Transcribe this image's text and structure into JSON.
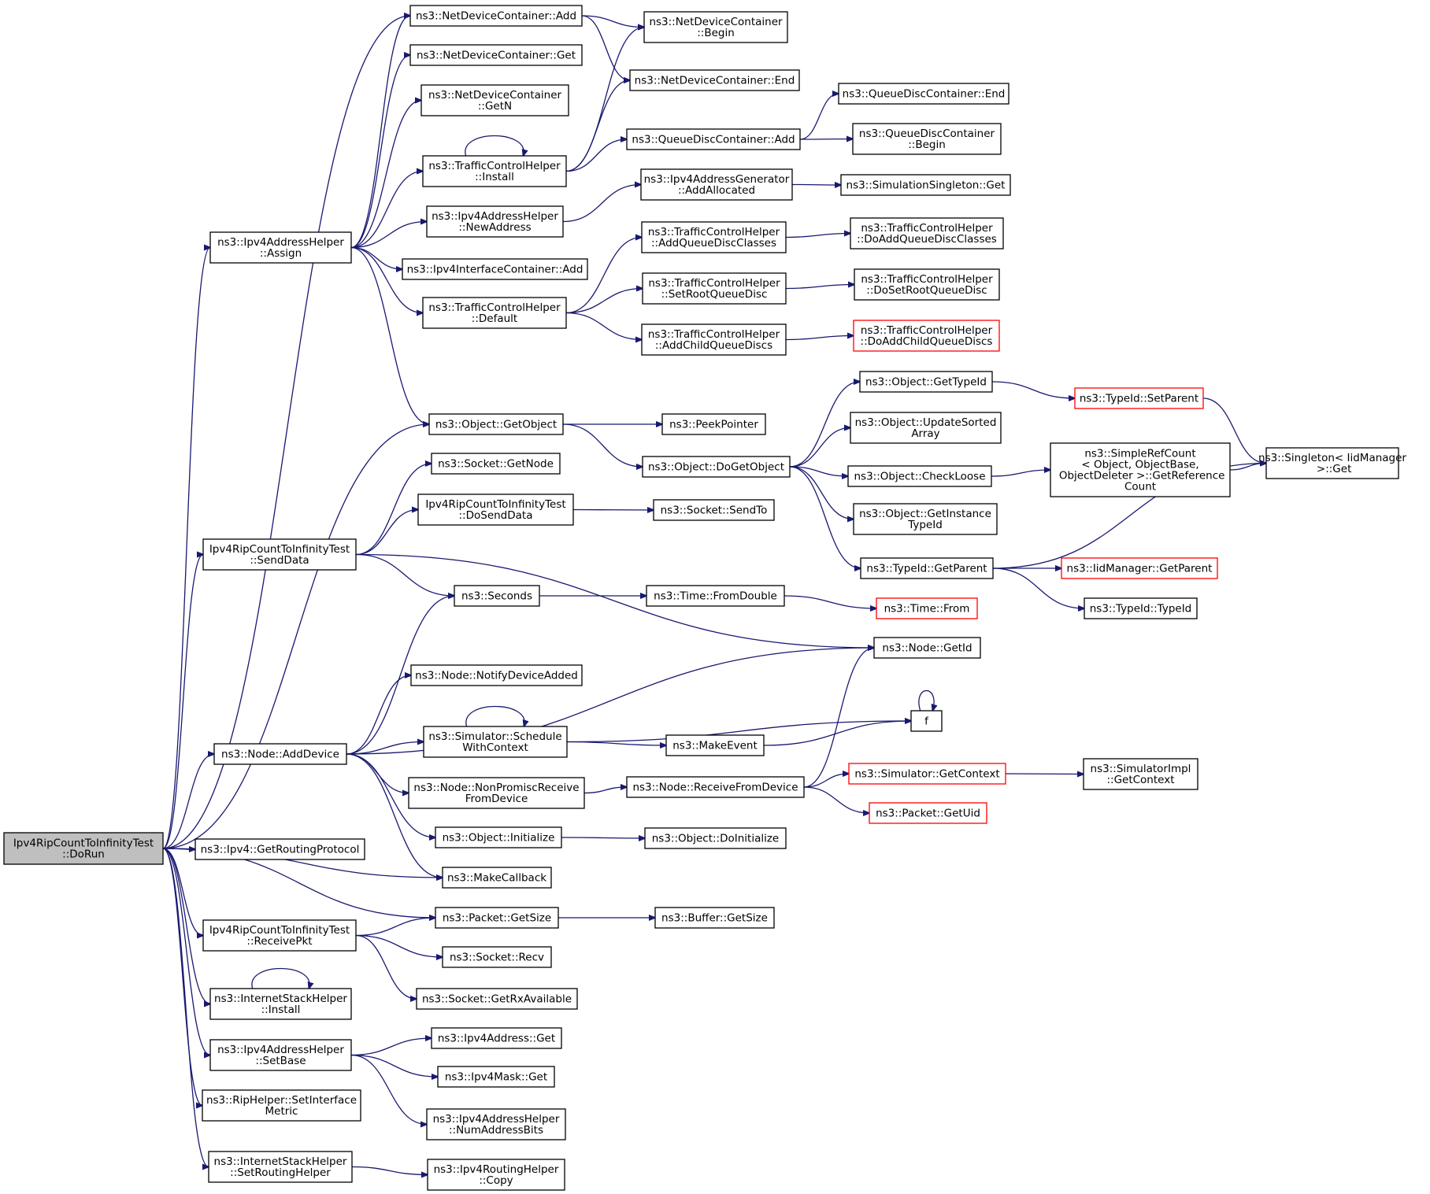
{
  "colors": {
    "edge": "#191970",
    "node_border": "#000000",
    "node_border_truncated": "#ff0000",
    "root_fill": "#bfbfbf"
  },
  "nodes": {
    "n0": {
      "lines": [
        "Ipv4RipCountToInfinityTest",
        "::DoRun"
      ],
      "kind": "root"
    },
    "n1": {
      "lines": [
        "ns3::NetDeviceContainer::Add"
      ]
    },
    "n2": {
      "lines": [
        "ns3::NetDeviceContainer",
        "::Begin"
      ]
    },
    "n3": {
      "lines": [
        "ns3::NetDeviceContainer::End"
      ]
    },
    "n4": {
      "lines": [
        "ns3::NetDeviceContainer::Get"
      ]
    },
    "n5": {
      "lines": [
        "ns3::NetDeviceContainer",
        "::GetN"
      ]
    },
    "n6": {
      "lines": [
        "ns3::TrafficControlHelper",
        "::Install"
      ]
    },
    "n7": {
      "lines": [
        "ns3::QueueDiscContainer::End"
      ]
    },
    "n8": {
      "lines": [
        "ns3::QueueDiscContainer::Add"
      ]
    },
    "n9": {
      "lines": [
        "ns3::QueueDiscContainer",
        "::Begin"
      ]
    },
    "n10": {
      "lines": [
        "ns3::Ipv4AddressGenerator",
        "::AddAllocated"
      ]
    },
    "n11": {
      "lines": [
        "ns3::SimulationSingleton::Get"
      ]
    },
    "n12": {
      "lines": [
        "ns3::Ipv4AddressHelper",
        "::NewAddress"
      ]
    },
    "n13": {
      "lines": [
        "ns3::Ipv4AddressHelper",
        "::Assign"
      ]
    },
    "n14": {
      "lines": [
        "ns3::TrafficControlHelper",
        "::AddQueueDiscClasses"
      ]
    },
    "n15": {
      "lines": [
        "ns3::TrafficControlHelper",
        "::DoAddQueueDiscClasses"
      ]
    },
    "n16": {
      "lines": [
        "ns3::Ipv4InterfaceContainer::Add"
      ]
    },
    "n17": {
      "lines": [
        "ns3::TrafficControlHelper",
        "::SetRootQueueDisc"
      ]
    },
    "n18": {
      "lines": [
        "ns3::TrafficControlHelper",
        "::DoSetRootQueueDisc"
      ]
    },
    "n19": {
      "lines": [
        "ns3::TrafficControlHelper",
        "::Default"
      ]
    },
    "n20": {
      "lines": [
        "ns3::TrafficControlHelper",
        "::AddChildQueueDiscs"
      ]
    },
    "n21": {
      "lines": [
        "ns3::TrafficControlHelper",
        "::DoAddChildQueueDiscs"
      ],
      "kind": "truncated"
    },
    "n22": {
      "lines": [
        "ns3::Object::GetTypeId"
      ]
    },
    "n23": {
      "lines": [
        "ns3::TypeId::SetParent"
      ],
      "kind": "truncated"
    },
    "n24": {
      "lines": [
        "ns3::Object::UpdateSorted",
        "Array"
      ]
    },
    "n25": {
      "lines": [
        "ns3::Object::GetObject"
      ]
    },
    "n26": {
      "lines": [
        "ns3::PeekPointer"
      ]
    },
    "n27": {
      "lines": [
        "ns3::Singleton< IidManager",
        " >::Get"
      ]
    },
    "n28": {
      "lines": [
        "ns3::SimpleRefCount",
        "< Object, ObjectBase,",
        " ObjectDeleter >::GetReference",
        "Count"
      ]
    },
    "n29": {
      "lines": [
        "ns3::Socket::GetNode"
      ]
    },
    "n30": {
      "lines": [
        "ns3::Object::DoGetObject"
      ]
    },
    "n31": {
      "lines": [
        "ns3::Object::CheckLoose"
      ]
    },
    "n32": {
      "lines": [
        "Ipv4RipCountToInfinityTest",
        "::DoSendData"
      ]
    },
    "n33": {
      "lines": [
        "ns3::Socket::SendTo"
      ]
    },
    "n34": {
      "lines": [
        "ns3::Object::GetInstance",
        "TypeId"
      ]
    },
    "n35": {
      "lines": [
        "Ipv4RipCountToInfinityTest",
        "::SendData"
      ]
    },
    "n36": {
      "lines": [
        "ns3::TypeId::GetParent"
      ]
    },
    "n37": {
      "lines": [
        "ns3::IidManager::GetParent"
      ],
      "kind": "truncated"
    },
    "n38": {
      "lines": [
        "ns3::Seconds"
      ]
    },
    "n39": {
      "lines": [
        "ns3::Time::FromDouble"
      ]
    },
    "n40": {
      "lines": [
        "ns3::Time::From"
      ],
      "kind": "truncated"
    },
    "n41": {
      "lines": [
        "ns3::TypeId::TypeId"
      ]
    },
    "n42": {
      "lines": [
        "ns3::Node::GetId"
      ]
    },
    "n43": {
      "lines": [
        "ns3::Node::NotifyDeviceAdded"
      ]
    },
    "n44": {
      "lines": [
        "f"
      ]
    },
    "n45": {
      "lines": [
        "ns3::Simulator::Schedule",
        "WithContext"
      ]
    },
    "n46": {
      "lines": [
        "ns3::MakeEvent"
      ]
    },
    "n47": {
      "lines": [
        "ns3::Node::AddDevice"
      ]
    },
    "n48": {
      "lines": [
        "ns3::Simulator::GetContext"
      ],
      "kind": "truncated"
    },
    "n49": {
      "lines": [
        "ns3::SimulatorImpl",
        "::GetContext"
      ]
    },
    "n50": {
      "lines": [
        "ns3::Node::NonPromiscReceive",
        "FromDevice"
      ]
    },
    "n51": {
      "lines": [
        "ns3::Node::ReceiveFromDevice"
      ]
    },
    "n52": {
      "lines": [
        "ns3::Packet::GetUid"
      ],
      "kind": "truncated"
    },
    "n53": {
      "lines": [
        "ns3::Object::Initialize"
      ]
    },
    "n54": {
      "lines": [
        "ns3::Object::DoInitialize"
      ]
    },
    "n55": {
      "lines": [
        "ns3::Ipv4::GetRoutingProtocol"
      ]
    },
    "n56": {
      "lines": [
        "ns3::MakeCallback"
      ]
    },
    "n57": {
      "lines": [
        "ns3::Packet::GetSize"
      ]
    },
    "n58": {
      "lines": [
        "ns3::Buffer::GetSize"
      ]
    },
    "n59": {
      "lines": [
        "Ipv4RipCountToInfinityTest",
        "::ReceivePkt"
      ]
    },
    "n60": {
      "lines": [
        "ns3::Socket::Recv"
      ]
    },
    "n61": {
      "lines": [
        "ns3::Socket::GetRxAvailable"
      ]
    },
    "n62": {
      "lines": [
        "ns3::InternetStackHelper",
        "::Install"
      ]
    },
    "n63": {
      "lines": [
        "ns3::Ipv4Address::Get"
      ]
    },
    "n64": {
      "lines": [
        "ns3::Ipv4AddressHelper",
        "::SetBase"
      ]
    },
    "n65": {
      "lines": [
        "ns3::Ipv4Mask::Get"
      ]
    },
    "n66": {
      "lines": [
        "ns3::Ipv4AddressHelper",
        "::NumAddressBits"
      ]
    },
    "n67": {
      "lines": [
        "ns3::RipHelper::SetInterface",
        "Metric"
      ]
    },
    "n68": {
      "lines": [
        "ns3::InternetStackHelper",
        "::SetRoutingHelper"
      ]
    },
    "n69": {
      "lines": [
        "ns3::Ipv4RoutingHelper",
        "::Copy"
      ]
    }
  },
  "edges": [
    [
      "n0",
      "n1"
    ],
    [
      "n0",
      "n13"
    ],
    [
      "n0",
      "n25"
    ],
    [
      "n0",
      "n35"
    ],
    [
      "n0",
      "n47"
    ],
    [
      "n0",
      "n55"
    ],
    [
      "n0",
      "n56"
    ],
    [
      "n0",
      "n57"
    ],
    [
      "n0",
      "n59"
    ],
    [
      "n0",
      "n62"
    ],
    [
      "n0",
      "n64"
    ],
    [
      "n0",
      "n67"
    ],
    [
      "n0",
      "n68"
    ],
    [
      "n1",
      "n2"
    ],
    [
      "n1",
      "n3"
    ],
    [
      "n6",
      "n6"
    ],
    [
      "n6",
      "n2"
    ],
    [
      "n6",
      "n3"
    ],
    [
      "n6",
      "n8"
    ],
    [
      "n8",
      "n7"
    ],
    [
      "n8",
      "n9"
    ],
    [
      "n10",
      "n11"
    ],
    [
      "n12",
      "n10"
    ],
    [
      "n13",
      "n1"
    ],
    [
      "n13",
      "n4"
    ],
    [
      "n13",
      "n5"
    ],
    [
      "n13",
      "n6"
    ],
    [
      "n13",
      "n12"
    ],
    [
      "n13",
      "n16"
    ],
    [
      "n13",
      "n19"
    ],
    [
      "n13",
      "n25"
    ],
    [
      "n14",
      "n15"
    ],
    [
      "n17",
      "n18"
    ],
    [
      "n19",
      "n14"
    ],
    [
      "n19",
      "n17"
    ],
    [
      "n19",
      "n20"
    ],
    [
      "n20",
      "n21"
    ],
    [
      "n22",
      "n23"
    ],
    [
      "n23",
      "n27"
    ],
    [
      "n25",
      "n26"
    ],
    [
      "n25",
      "n30"
    ],
    [
      "n28",
      "n27"
    ],
    [
      "n30",
      "n22"
    ],
    [
      "n30",
      "n24"
    ],
    [
      "n30",
      "n31"
    ],
    [
      "n30",
      "n34"
    ],
    [
      "n30",
      "n36"
    ],
    [
      "n31",
      "n28"
    ],
    [
      "n32",
      "n33"
    ],
    [
      "n35",
      "n29"
    ],
    [
      "n35",
      "n32"
    ],
    [
      "n35",
      "n38"
    ],
    [
      "n35",
      "n42"
    ],
    [
      "n36",
      "n27"
    ],
    [
      "n36",
      "n37"
    ],
    [
      "n36",
      "n41"
    ],
    [
      "n38",
      "n39"
    ],
    [
      "n39",
      "n40"
    ],
    [
      "n44",
      "n44"
    ],
    [
      "n45",
      "n45"
    ],
    [
      "n45",
      "n44"
    ],
    [
      "n45",
      "n46"
    ],
    [
      "n46",
      "n44"
    ],
    [
      "n47",
      "n38"
    ],
    [
      "n47",
      "n42"
    ],
    [
      "n47",
      "n43"
    ],
    [
      "n47",
      "n45"
    ],
    [
      "n47",
      "n50"
    ],
    [
      "n47",
      "n53"
    ],
    [
      "n47",
      "n56"
    ],
    [
      "n48",
      "n49"
    ],
    [
      "n50",
      "n51"
    ],
    [
      "n51",
      "n42"
    ],
    [
      "n51",
      "n48"
    ],
    [
      "n51",
      "n52"
    ],
    [
      "n53",
      "n54"
    ],
    [
      "n57",
      "n58"
    ],
    [
      "n59",
      "n57"
    ],
    [
      "n59",
      "n60"
    ],
    [
      "n59",
      "n61"
    ],
    [
      "n62",
      "n62"
    ],
    [
      "n64",
      "n63"
    ],
    [
      "n64",
      "n65"
    ],
    [
      "n64",
      "n66"
    ],
    [
      "n68",
      "n69"
    ]
  ]
}
